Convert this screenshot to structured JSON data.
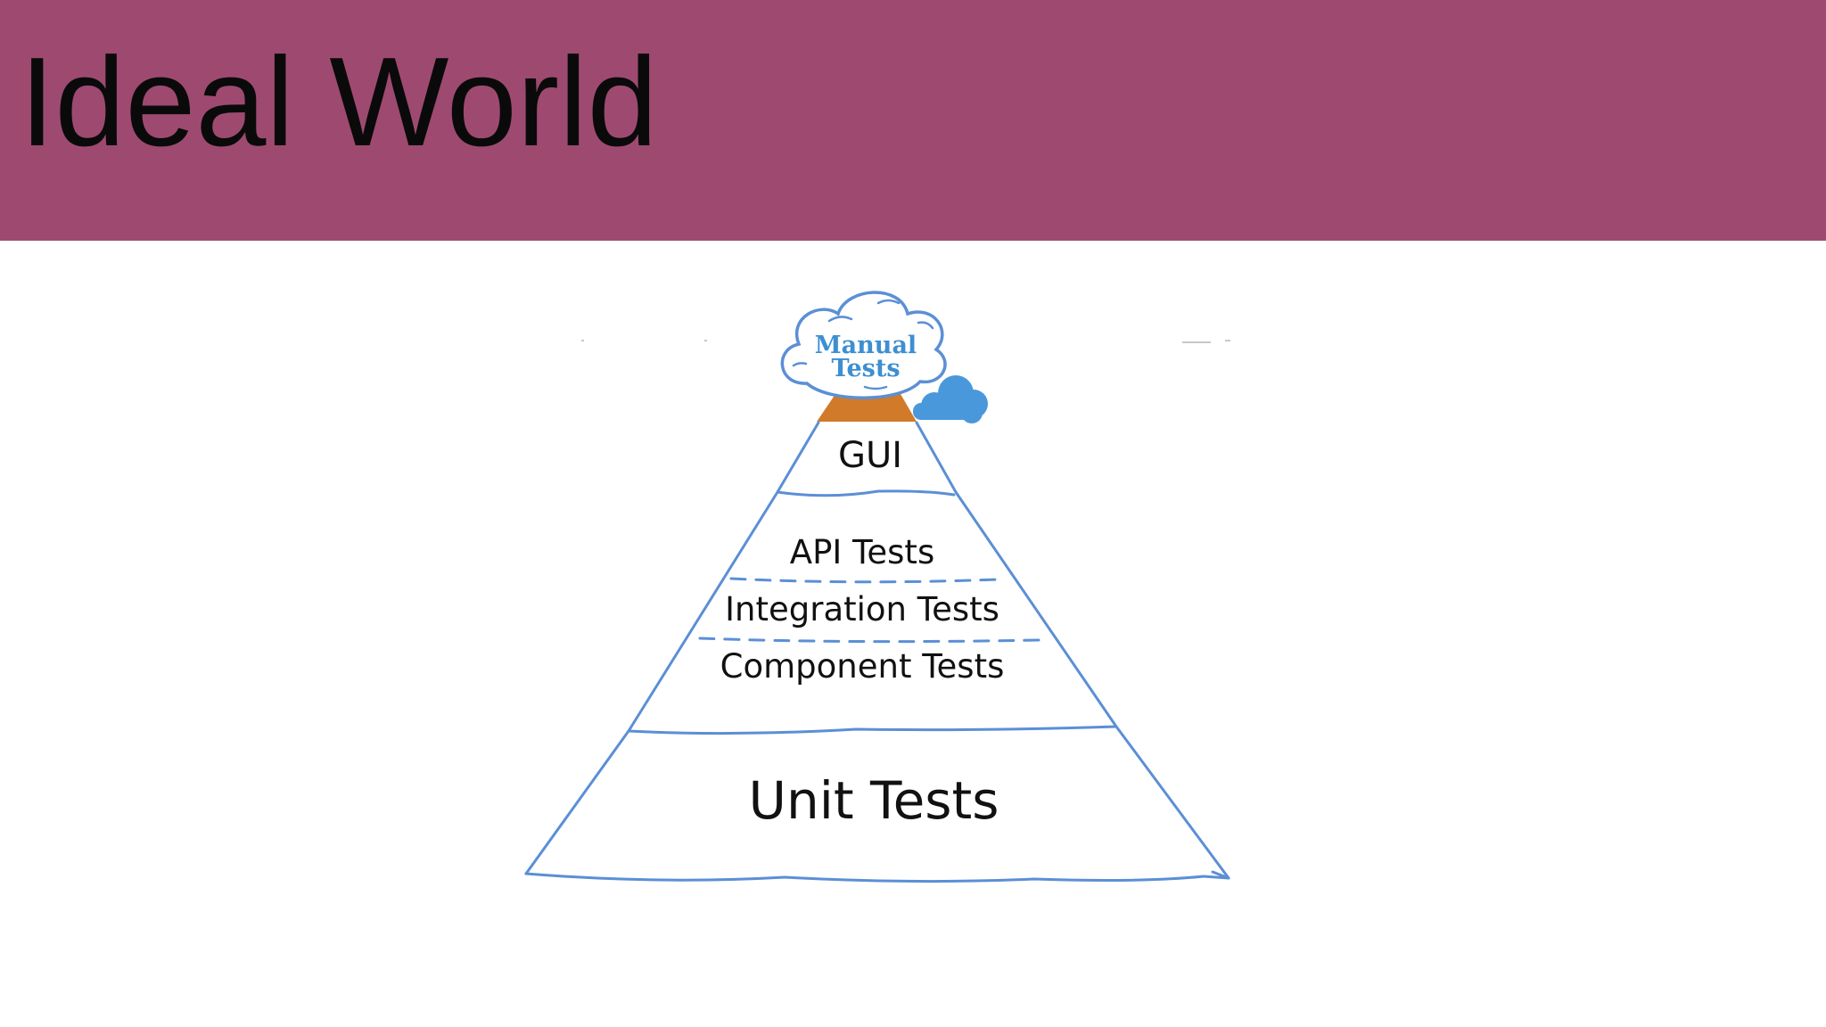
{
  "slide": {
    "title": "Ideal World"
  },
  "colors": {
    "title_bar": "#9e4a70",
    "title_text": "#0a0a0a",
    "pyramid_line": "#5b8fd6",
    "cloud_fill": "#4a98dc",
    "peak_fill": "#d07a2a"
  },
  "pyramid": {
    "cloud_line1": "Manual",
    "cloud_line2": "Tests",
    "layers": {
      "gui": "GUI",
      "api": "API Tests",
      "integration": "Integration Tests",
      "component": "Component Tests",
      "unit": "Unit Tests"
    }
  }
}
